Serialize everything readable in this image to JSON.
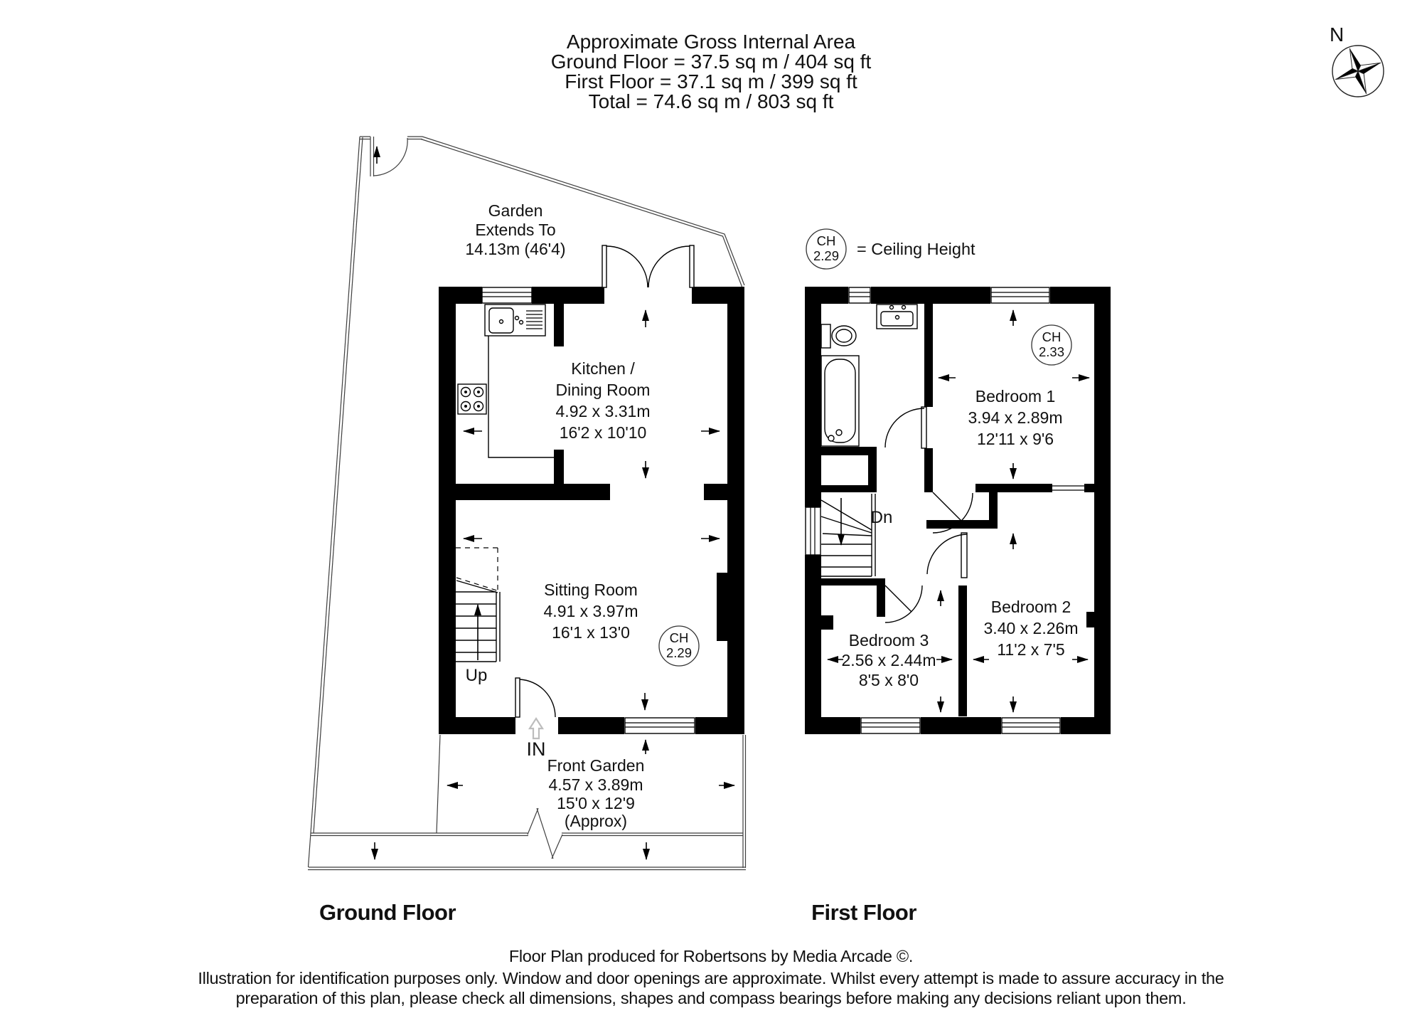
{
  "colors": {
    "wall": "#000000",
    "boundary_line": "#3f3f3f",
    "text": "#111111",
    "entry_arrow": "#bdbdbd",
    "background": "#ffffff"
  },
  "title": {
    "l1": "Approximate Gross Internal Area",
    "l2": "Ground Floor = 37.5 sq m / 404 sq ft",
    "l3": "First Floor = 37.1 sq m / 399 sq ft",
    "l4": "Total = 74.6 sq m / 803 sq ft"
  },
  "compass": {
    "north": "N"
  },
  "legend": {
    "ch": "CH",
    "value": "2.29",
    "text": "= Ceiling Height"
  },
  "ground": {
    "floor_label": "Ground Floor",
    "garden": {
      "l1": "Garden",
      "l2": "Extends To",
      "l3": "14.13m (46'4)"
    },
    "kitchen": {
      "l1": "Kitchen /",
      "l2": "Dining Room",
      "l3": "4.92 x 3.31m",
      "l4": "16'2 x 10'10"
    },
    "sitting": {
      "l1": "Sitting Room",
      "l2": "4.91 x 3.97m",
      "l3": "16'1 x 13'0"
    },
    "front_garden": {
      "l1": "Front Garden",
      "l2": "4.57 x 3.89m",
      "l3": "15'0 x 12'9",
      "l4": "(Approx)"
    },
    "ch": {
      "label": "CH",
      "value": "2.29"
    },
    "up": "Up",
    "in": "IN"
  },
  "first": {
    "floor_label": "First Floor",
    "bedroom1": {
      "l1": "Bedroom 1",
      "l2": "3.94 x 2.89m",
      "l3": "12'11 x 9'6"
    },
    "bedroom2": {
      "l1": "Bedroom 2",
      "l2": "3.40 x 2.26m",
      "l3": "11'2 x 7'5"
    },
    "bedroom3": {
      "l1": "Bedroom 3",
      "l2": "2.56 x 2.44m",
      "l3": "8'5 x 8'0"
    },
    "ch": {
      "label": "CH",
      "value": "2.33"
    },
    "dn": "Dn"
  },
  "footer": {
    "l1": "Floor Plan produced for Robertsons by Media Arcade ©.",
    "l2": "Illustration for identification purposes only. Window and door openings are approximate. Whilst every attempt is made to assure accuracy in the",
    "l3": "preparation of this plan, please check all dimensions, shapes and compass bearings before making any decisions reliant upon them."
  }
}
